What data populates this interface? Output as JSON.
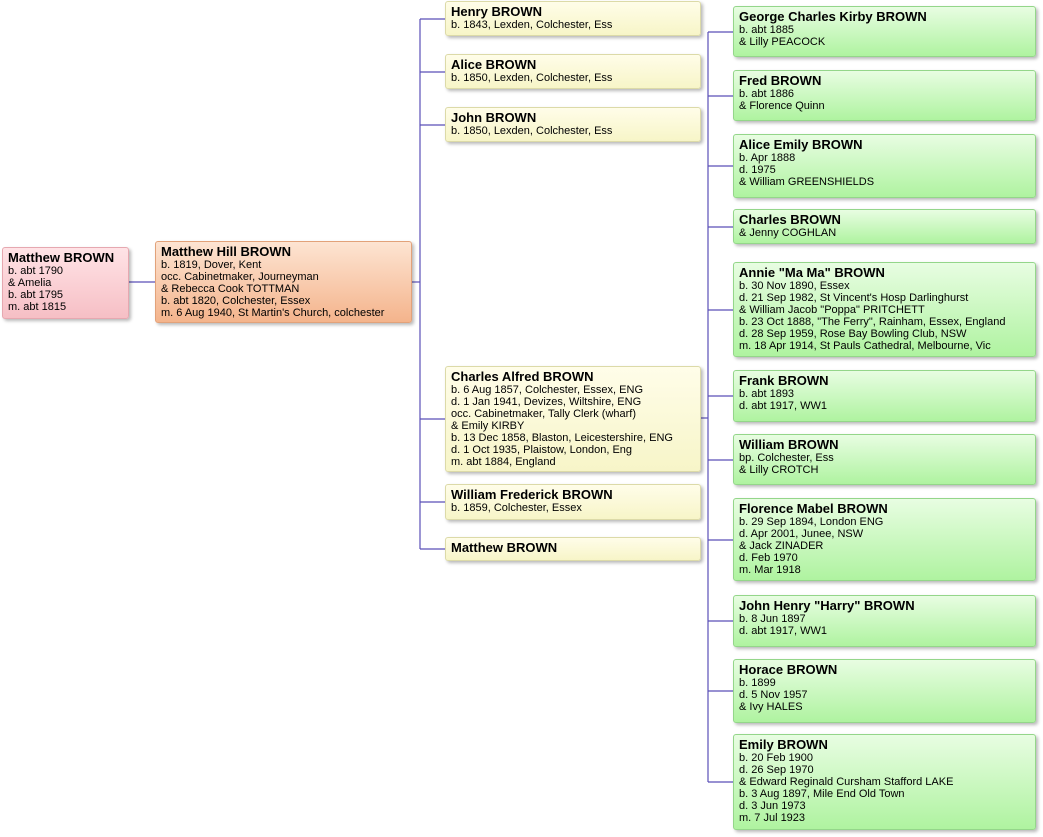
{
  "generations": [
    [
      {
        "name": "Matthew BROWN",
        "lines": [
          "b. abt 1790",
          "& Amelia",
          "b. abt 1795",
          "m. abt 1815"
        ]
      }
    ],
    [
      {
        "name": "Matthew Hill BROWN",
        "lines": [
          "b. 1819, Dover, Kent",
          "occ. Cabinetmaker, Journeyman",
          "& Rebecca Cook TOTTMAN",
          "b. abt 1820, Colchester, Essex",
          "m. 6 Aug 1940, St Martin's Church, colchester"
        ]
      }
    ],
    [
      {
        "name": "Henry BROWN",
        "lines": [
          "b. 1843, Lexden, Colchester, Ess"
        ]
      },
      {
        "name": "Alice BROWN",
        "lines": [
          "b. 1850, Lexden, Colchester, Ess"
        ]
      },
      {
        "name": "John BROWN",
        "lines": [
          "b. 1850, Lexden, Colchester, Ess"
        ]
      },
      {
        "name": "Charles Alfred BROWN",
        "lines": [
          "b. 6 Aug 1857, Colchester, Essex, ENG",
          "d. 1 Jan 1941, Devizes, Wiltshire, ENG",
          "occ. Cabinetmaker, Tally Clerk (wharf)",
          "& Emily KIRBY",
          "b. 13 Dec 1858, Blaston, Leicestershire, ENG",
          "d. 1 Oct 1935, Plaistow, London, Eng",
          "m. abt 1884, England"
        ]
      },
      {
        "name": "William Frederick BROWN",
        "lines": [
          "b. 1859, Colchester, Essex"
        ]
      },
      {
        "name": "Matthew BROWN",
        "lines": []
      }
    ],
    [
      {
        "name": "George Charles Kirby BROWN",
        "lines": [
          "b. abt 1885",
          "& Lilly PEACOCK"
        ]
      },
      {
        "name": "Fred BROWN",
        "lines": [
          "b. abt 1886",
          "& Florence Quinn"
        ]
      },
      {
        "name": "Alice Emily BROWN",
        "lines": [
          "b. Apr 1888",
          "d. 1975",
          "& William GREENSHIELDS"
        ]
      },
      {
        "name": "Charles BROWN",
        "lines": [
          "& Jenny COGHLAN"
        ]
      },
      {
        "name": "Annie \"Ma Ma\" BROWN",
        "lines": [
          "b. 30 Nov 1890, Essex",
          "d. 21 Sep 1982, St Vincent's Hosp Darlinghurst",
          "& William Jacob \"Poppa\" PRITCHETT",
          "b. 23 Oct 1888, \"The Ferry\", Rainham, Essex, England",
          "d. 28 Sep 1959, Rose Bay Bowling Club, NSW",
          "m. 18 Apr 1914, St Pauls Cathedral, Melbourne, Vic"
        ]
      },
      {
        "name": "Frank BROWN",
        "lines": [
          "b. abt 1893",
          "d. abt 1917, WW1"
        ]
      },
      {
        "name": "William BROWN",
        "lines": [
          "bp. Colchester, Ess",
          "& Lilly CROTCH"
        ]
      },
      {
        "name": "Florence Mabel BROWN",
        "lines": [
          "b. 29 Sep 1894, London ENG",
          "d. Apr 2001, Junee, NSW",
          "& Jack ZINADER",
          "d. Feb 1970",
          "m. Mar 1918"
        ]
      },
      {
        "name": "John Henry \"Harry\" BROWN",
        "lines": [
          "b. 8 Jun 1897",
          "d. abt 1917, WW1"
        ]
      },
      {
        "name": "Horace BROWN",
        "lines": [
          "b. 1899",
          "d. 5 Nov 1957",
          "& Ivy HALES"
        ]
      },
      {
        "name": "Emily BROWN",
        "lines": [
          "b. 20 Feb 1900",
          "d. 26 Sep 1970",
          "& Edward Reginald Cursham Stafford LAKE",
          "b. 3 Aug 1897, Mile End Old Town",
          "d. 3 Jun 1973",
          "m. 7 Jul 1923"
        ]
      }
    ]
  ]
}
